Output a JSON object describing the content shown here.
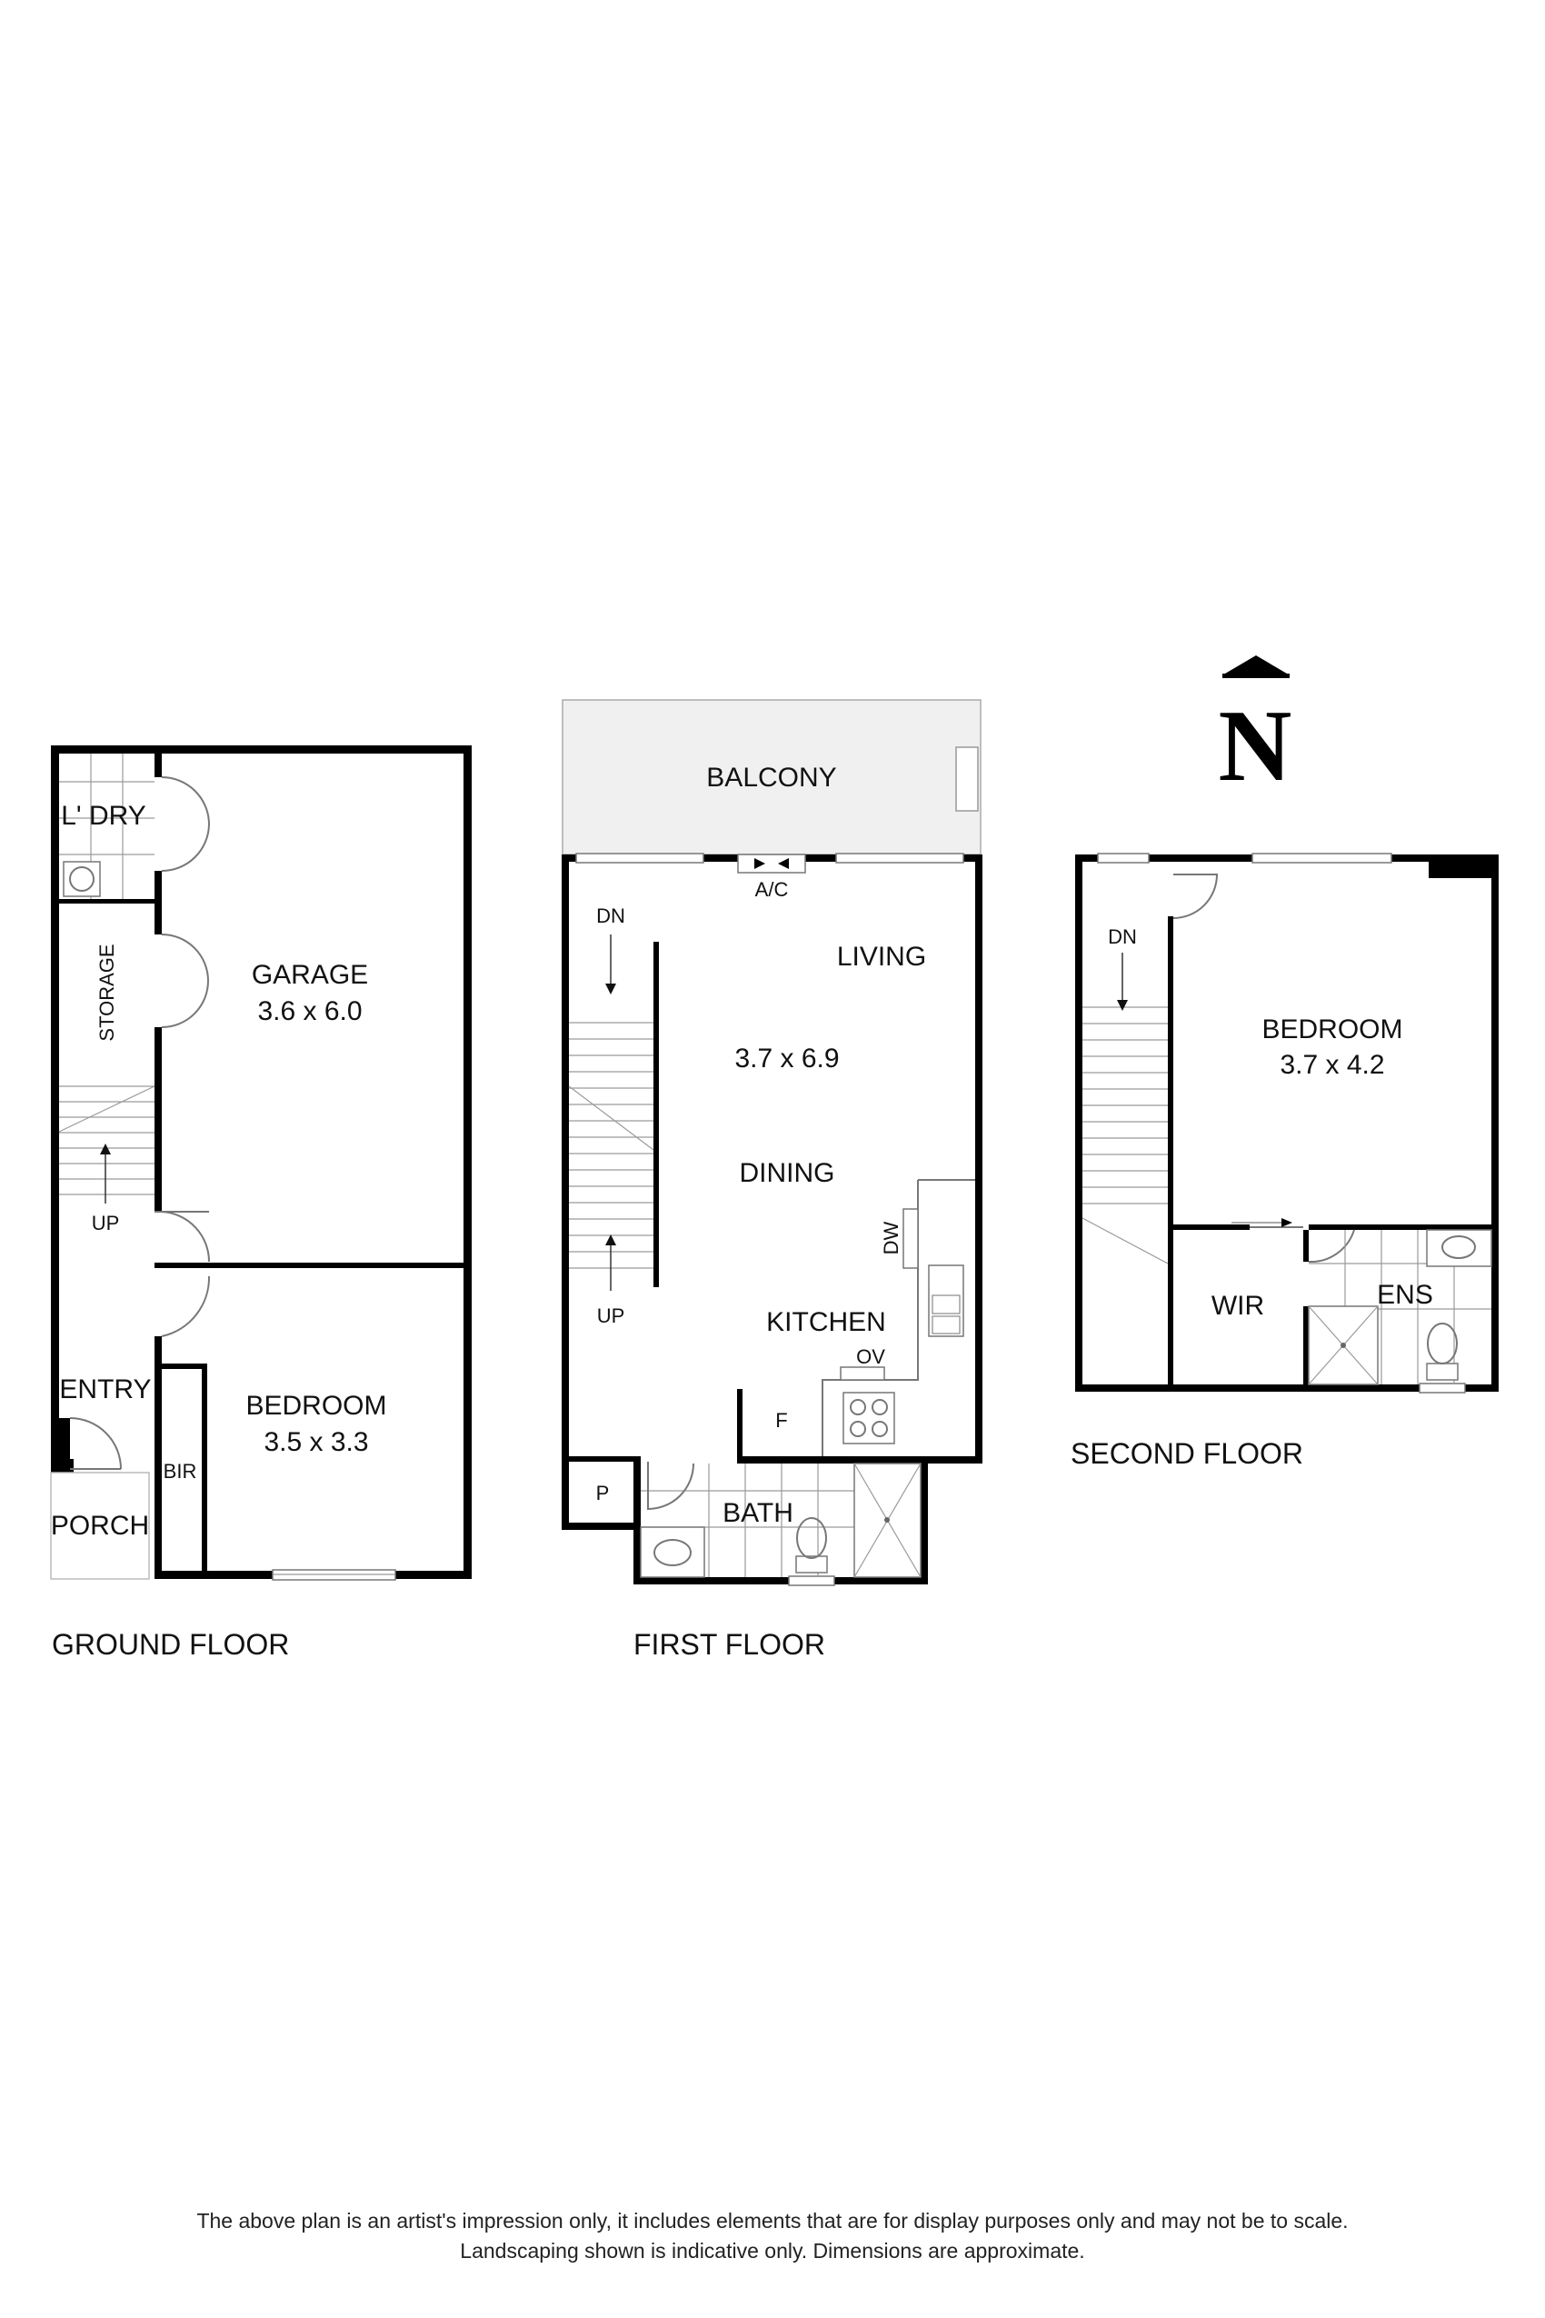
{
  "compass": {
    "label": "N"
  },
  "ground_floor": {
    "title": "GROUND FLOOR",
    "laundry": "L' DRY",
    "storage": "STORAGE",
    "garage": {
      "name": "GARAGE",
      "size": "3.6 x 6.0"
    },
    "stair": "UP",
    "entry": "ENTRY",
    "bedroom": {
      "name": "BEDROOM",
      "size": "3.5 x 3.3"
    },
    "bir": "BIR",
    "porch": "PORCH"
  },
  "first_floor": {
    "title": "FIRST FLOOR",
    "balcony": "BALCONY",
    "ac": "A/C",
    "stair_down": "DN",
    "stair_up": "UP",
    "living": "LIVING",
    "size": "3.7 x 6.9",
    "dining": "DINING",
    "dw": "DW",
    "kitchen": "KITCHEN",
    "ov": "OV",
    "fridge": "F",
    "pantry": "P",
    "bath": "BATH"
  },
  "second_floor": {
    "title": "SECOND FLOOR",
    "stair_down": "DN",
    "bedroom": {
      "name": "BEDROOM",
      "size": "3.7 x 4.2"
    },
    "wir": "WIR",
    "ens": "ENS"
  },
  "disclaimer": {
    "line1": "The above plan is an artist's impression only, it includes elements that are for display purposes only and may not be to scale.",
    "line2": "Landscaping shown is indicative only. Dimensions are approximate."
  }
}
